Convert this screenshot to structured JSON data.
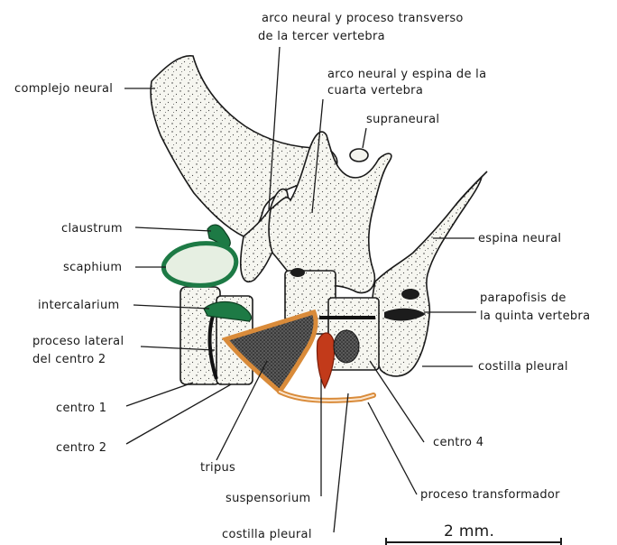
{
  "labels": {
    "arco_tercer_1": "arco neural y proceso transverso",
    "arco_tercer_2": "de la tercer vertebra",
    "arco_cuarta_1": "arco neural y espina de la",
    "arco_cuarta_2": "cuarta vertebra",
    "supraneural": "supraneural",
    "complejo_neural": "complejo neural",
    "claustrum": "claustrum",
    "scaphium": "scaphium",
    "intercalarium": "intercalarium",
    "proceso_lateral_1": "proceso lateral",
    "proceso_lateral_2": "del centro 2",
    "centro_1": "centro 1",
    "centro_2": "centro 2",
    "tripus": "tripus",
    "suspensorium": "suspensorium",
    "costilla_pleural_bottom": "costilla pleural",
    "espina_neural": "espina neural",
    "parapofisis_1": "parapofisis de",
    "parapofisis_2": "la quinta vertebra",
    "costilla_pleural_right": "costilla pleural",
    "centro_4": "centro 4",
    "proceso_transformador": "proceso transformador",
    "scale": "2 mm."
  },
  "colors": {
    "green": "#1d7a45",
    "orange": "#d98b3a",
    "red": "#c23a1a",
    "ink": "#1a1a1a",
    "bone_fill": "#f4f4ee"
  }
}
